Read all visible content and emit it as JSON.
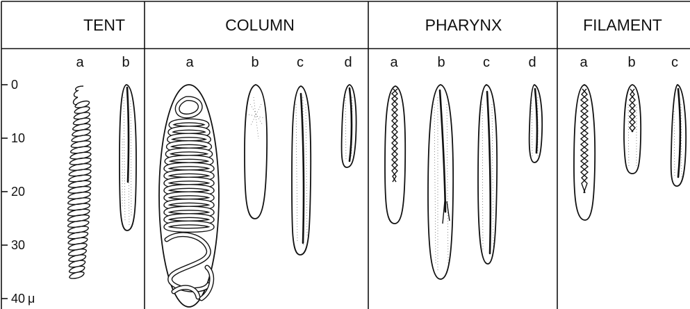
{
  "columns": [
    {
      "title": "TENT",
      "subs": [
        "a",
        "b"
      ]
    },
    {
      "title": "COLUMN",
      "subs": [
        "a",
        "b",
        "c",
        "d"
      ]
    },
    {
      "title": "PHARYNX",
      "subs": [
        "a",
        "b",
        "c",
        "d"
      ]
    },
    {
      "title": "FILAMENT",
      "subs": [
        "a",
        "b",
        "c"
      ]
    }
  ],
  "scale": {
    "ticks": [
      "0",
      "10",
      "20",
      "30",
      "40"
    ],
    "unit": "μ"
  }
}
